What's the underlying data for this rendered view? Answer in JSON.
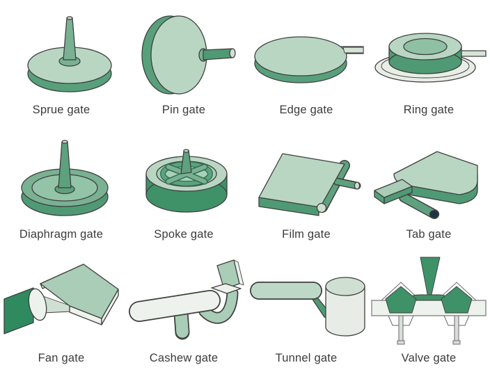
{
  "diagram": {
    "subject": "Injection molding gate types",
    "grid": {
      "columns": 4,
      "rows": 3
    }
  },
  "palette": {
    "light_green": "#b9d6c3",
    "medium_green": "#7ab193",
    "dark_green": "#57a07b",
    "solid_green": "#3f9168",
    "deep_green": "#2f8a60",
    "pale_surface": "#eef2ec",
    "outline": "#3f3f3f",
    "label_text": "#3b3b3b",
    "background": "#ffffff"
  },
  "items": [
    {
      "label": "Sprue gate",
      "icon": "sprue-gate-illustration"
    },
    {
      "label": "Pin gate",
      "icon": "pin-gate-illustration"
    },
    {
      "label": "Edge gate",
      "icon": "edge-gate-illustration"
    },
    {
      "label": "Ring gate",
      "icon": "ring-gate-illustration"
    },
    {
      "label": "Diaphragm gate",
      "icon": "diaphragm-gate-illustration"
    },
    {
      "label": "Spoke gate",
      "icon": "spoke-gate-illustration"
    },
    {
      "label": "Film gate",
      "icon": "film-gate-illustration"
    },
    {
      "label": "Tab gate",
      "icon": "tab-gate-illustration"
    },
    {
      "label": "Fan gate",
      "icon": "fan-gate-illustration"
    },
    {
      "label": "Cashew gate",
      "icon": "cashew-gate-illustration"
    },
    {
      "label": "Tunnel gate",
      "icon": "tunnel-gate-illustration"
    },
    {
      "label": "Valve gate",
      "icon": "valve-gate-illustration"
    }
  ]
}
